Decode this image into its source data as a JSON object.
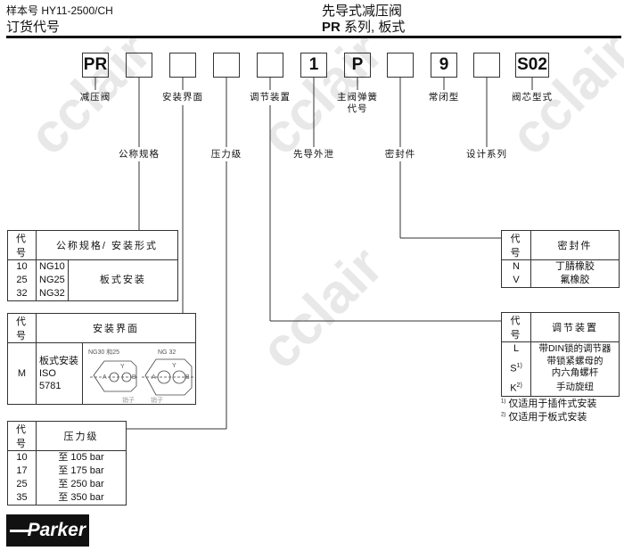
{
  "header": {
    "catalog": "样本号 HY11-2500/CH",
    "section": "订货代号",
    "title": "先导式减压阀",
    "subtitle_bold": "PR",
    "subtitle": " 系列, 板式"
  },
  "code_boxes": [
    "PR",
    "",
    "",
    "",
    "",
    "1",
    "P",
    "",
    "9",
    "",
    "S02"
  ],
  "labels_top": {
    "b1": "减压阀",
    "b3": "安装界面",
    "b5": "调节装置",
    "b7": "主阀弹簧\n代号",
    "b9": "常闭型",
    "b11": "阀芯型式"
  },
  "labels_low": {
    "b2": "公称规格",
    "b4": "压力级",
    "b6": "先导外泄",
    "b8": "密封件",
    "b10": "设计系列"
  },
  "size_table": {
    "h_code": "代 号",
    "h_desc": "公称规格/ 安装形式",
    "codes": [
      "10",
      "25",
      "32"
    ],
    "sizes": [
      "NG10",
      "NG25",
      "NG32"
    ],
    "mount": "板式安装"
  },
  "interface_table": {
    "h_code": "代 号",
    "h_desc": "安装界面",
    "code": "M",
    "desc1": "板式安装",
    "desc2": "ISO 5781",
    "ng1": "NG30 和25",
    "ng2": "NG 32",
    "pin": "销子",
    "a": "A",
    "b": "B",
    "y": "Y"
  },
  "pressure_table": {
    "h_code": "代 号",
    "h_desc": "压力级",
    "rows": [
      [
        "10",
        "至 105 bar"
      ],
      [
        "17",
        "至 175 bar"
      ],
      [
        "25",
        "至 250 bar"
      ],
      [
        "35",
        "至 350 bar"
      ]
    ]
  },
  "seal_table": {
    "h_code": "代 号",
    "h_desc": "密封件",
    "rows": [
      [
        "N",
        "丁腈橡胶"
      ],
      [
        "V",
        "氟橡胶"
      ]
    ]
  },
  "adjust_table": {
    "h_code": "代 号",
    "h_desc": "调节装置",
    "rows": [
      [
        "L",
        "",
        "带DIN锁的调节器"
      ],
      [
        "S",
        "1)",
        "带锁紧螺母的\n内六角螺杆"
      ],
      [
        "K",
        "2)",
        "手动旋纽"
      ]
    ]
  },
  "footnotes": [
    {
      "mark": "1)",
      "text": "仅适用于插件式安装"
    },
    {
      "mark": "2)",
      "text": "仅适用于板式安装"
    }
  ],
  "logo": "Parker",
  "watermark": "CCLair"
}
